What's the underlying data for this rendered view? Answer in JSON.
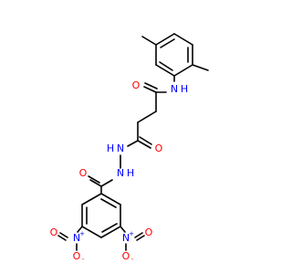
{
  "colors": {
    "bond": "#000000",
    "oxygen": "#ff0000",
    "nitrogen": "#0000ff",
    "background": "#ffffff"
  },
  "labels": {
    "o_amide_top": "O",
    "n_amide_top": "N",
    "h_amide_top": "H",
    "o_hydrazide": "O",
    "nh_1": "N",
    "h_nh_1": "H",
    "nh_2": "N",
    "h_nh_2": "H",
    "o_benzoyl": "O",
    "n_nitro_left": "N",
    "n_nitro_left_charge": "+",
    "o_nitro_left_minus": "O",
    "o_nitro_left_minus_charge": "-",
    "o_nitro_left_double": "O",
    "n_nitro_right": "N",
    "n_nitro_right_charge": "+",
    "o_nitro_right_minus": "O",
    "o_nitro_right_minus_charge": "-",
    "o_nitro_right_double": "O"
  }
}
